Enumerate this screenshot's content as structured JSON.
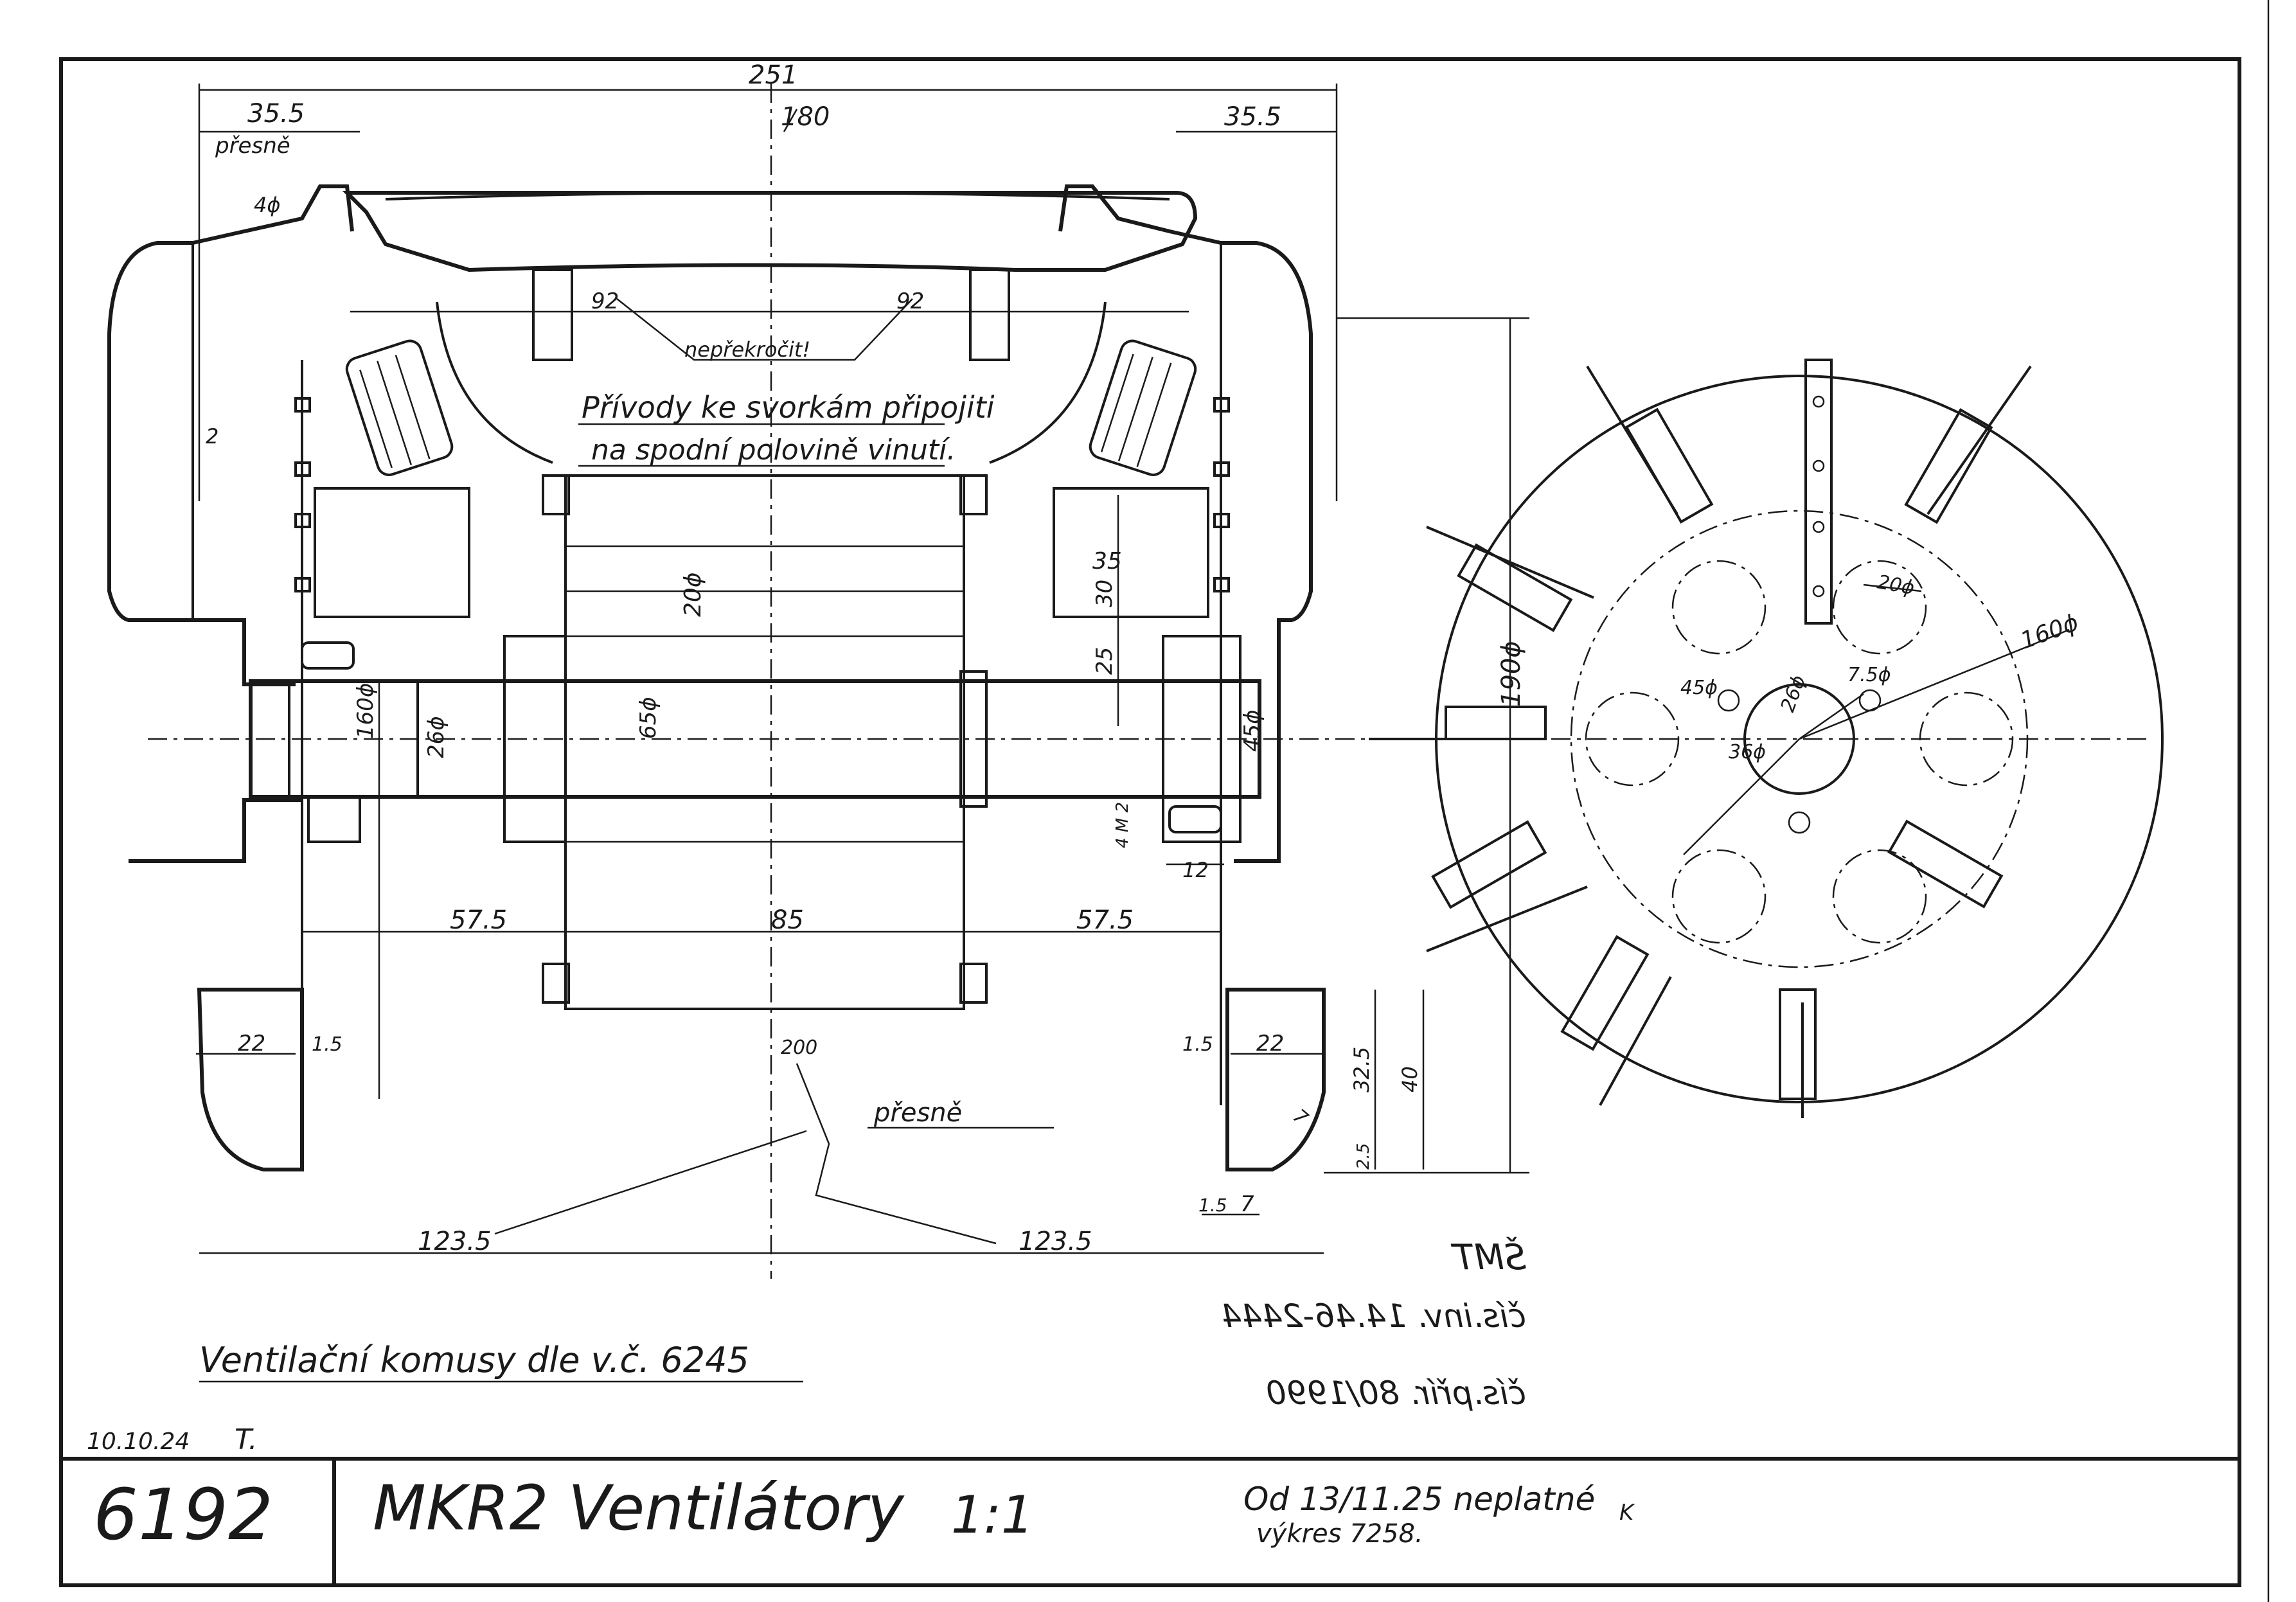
{
  "title_block": {
    "drawing_number": "6192",
    "title": "MKR2  Ventilátory",
    "scale": "1:1",
    "date": "10.10.24",
    "date_initial": "T.",
    "invalid_note_line1": "Od 13/11.25 neplatné",
    "invalid_note_line2": "výkres 7258.",
    "invalid_mark": "K"
  },
  "notes": {
    "ventilation_cones": "Ventilační komusy dle v.č.  6245",
    "leads_line1": "Přívody ke svorkám připojiti",
    "leads_line2": "na spodní polovině vinutí.",
    "do_not_exceed": "nepřekročit!",
    "precise_top": "přesně",
    "precise_bottom": "přesně"
  },
  "stamp": {
    "company": "ŠMT",
    "inv_number": "čís.inv. 14.46-2444",
    "prir_number": "čís.přír. 80/1990"
  },
  "dimensions": {
    "overall": "251",
    "center": "180",
    "left_offset": "35.5",
    "right_offset": "35.5",
    "bolt": "4ϕ",
    "gap": "2",
    "span_left": "92",
    "span_right": "92",
    "d20": "20ϕ",
    "d35": "35",
    "d30": "30",
    "d25": "25",
    "d160": "160ϕ",
    "d26": "26ϕ",
    "d65": "65ϕ",
    "d45": "45ϕ",
    "d4m": "4 M 2",
    "d12": "12",
    "l57a": "57.5",
    "l85": "85",
    "l57b": "57.5",
    "b22a": "22",
    "b15a": "1.5",
    "b15b": "1.5",
    "b22b": "22",
    "d200": "200",
    "h325": "32.5",
    "h40": "40",
    "h25": "2.5",
    "h7": "7",
    "b15c": "1.5",
    "b7": "7",
    "l1235a": "123.5",
    "l1235b": "123.5",
    "hub": "26ϕ",
    "hole": "36ϕ",
    "hole45": "45ϕ",
    "hole75": "7.5ϕ",
    "disc": "160ϕ",
    "circle": "190ϕ",
    "bore": "20ϕ"
  }
}
